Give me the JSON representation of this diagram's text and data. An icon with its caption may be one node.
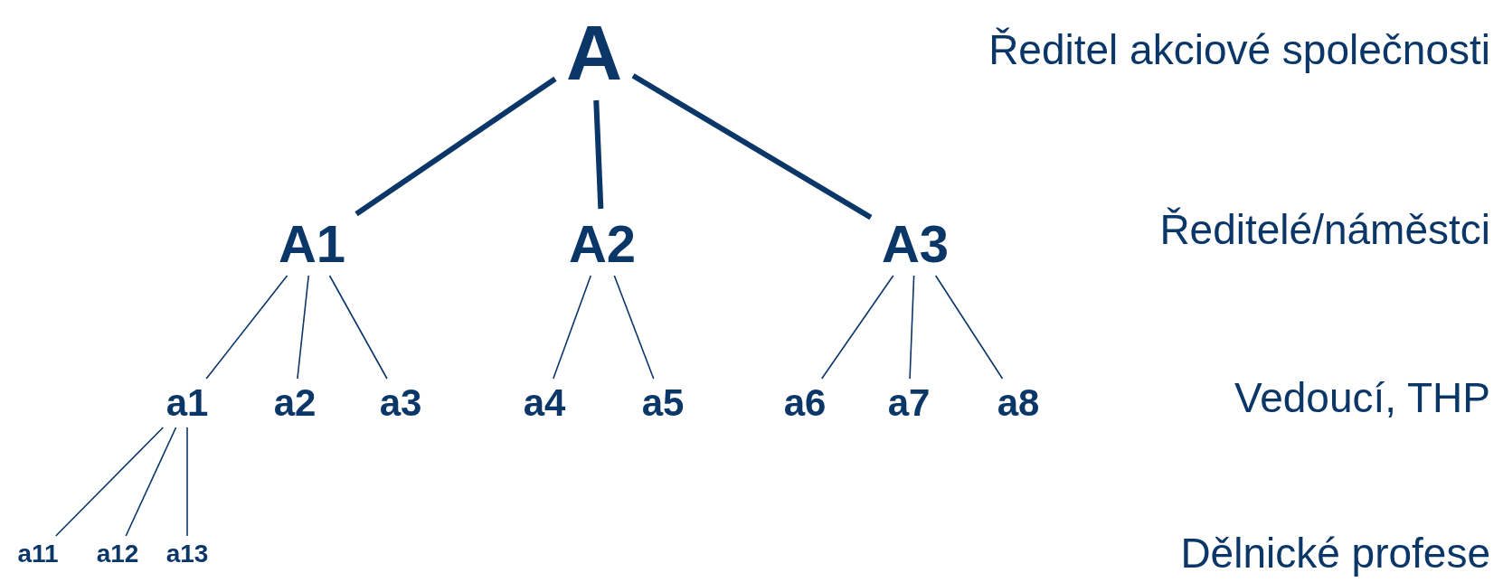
{
  "diagram": {
    "nodes": [
      {
        "text": [
          "A"
        ]
      },
      {
        "text": [
          "A1"
        ]
      },
      {
        "text": [
          "A2"
        ]
      },
      {
        "text": [
          "A3"
        ]
      },
      {
        "text": [
          "a1"
        ]
      },
      {
        "text": [
          "a2"
        ]
      },
      {
        "text": [
          "a3"
        ]
      },
      {
        "text": [
          "a4"
        ]
      },
      {
        "text": [
          "a5"
        ]
      },
      {
        "text": [
          "a6"
        ]
      },
      {
        "text": [
          "a7"
        ]
      },
      {
        "text": [
          "a8"
        ]
      },
      {
        "text": [
          "a11"
        ]
      },
      {
        "text": [
          "a12"
        ]
      },
      {
        "text": [
          "a13"
        ]
      }
    ],
    "edges": [
      {
        "from": 0,
        "to": 1,
        "arrow": "none",
        "style": "thick"
      },
      {
        "from": 0,
        "to": 2,
        "arrow": "none",
        "style": "thick"
      },
      {
        "from": 0,
        "to": 3,
        "arrow": "none",
        "style": "thick"
      },
      {
        "from": 1,
        "to": 4,
        "arrow": "none"
      },
      {
        "from": 1,
        "to": 5,
        "arrow": "none"
      },
      {
        "from": 1,
        "to": 6,
        "arrow": "none"
      },
      {
        "from": 2,
        "to": 7,
        "arrow": "none"
      },
      {
        "from": 2,
        "to": 8,
        "arrow": "none"
      },
      {
        "from": 3,
        "to": 9,
        "arrow": "none"
      },
      {
        "from": 3,
        "to": 10,
        "arrow": "none"
      },
      {
        "from": 3,
        "to": 11,
        "arrow": "none"
      },
      {
        "from": 4,
        "to": 12,
        "arrow": "none"
      },
      {
        "from": 4,
        "to": 13,
        "arrow": "none"
      },
      {
        "from": 4,
        "to": 14,
        "arrow": "none"
      }
    ],
    "labels": [
      "Ředitel akciové společnosti",
      "Ředitelé/náměstci",
      "Vedoucí, THP",
      "Dělnické profese"
    ]
  }
}
